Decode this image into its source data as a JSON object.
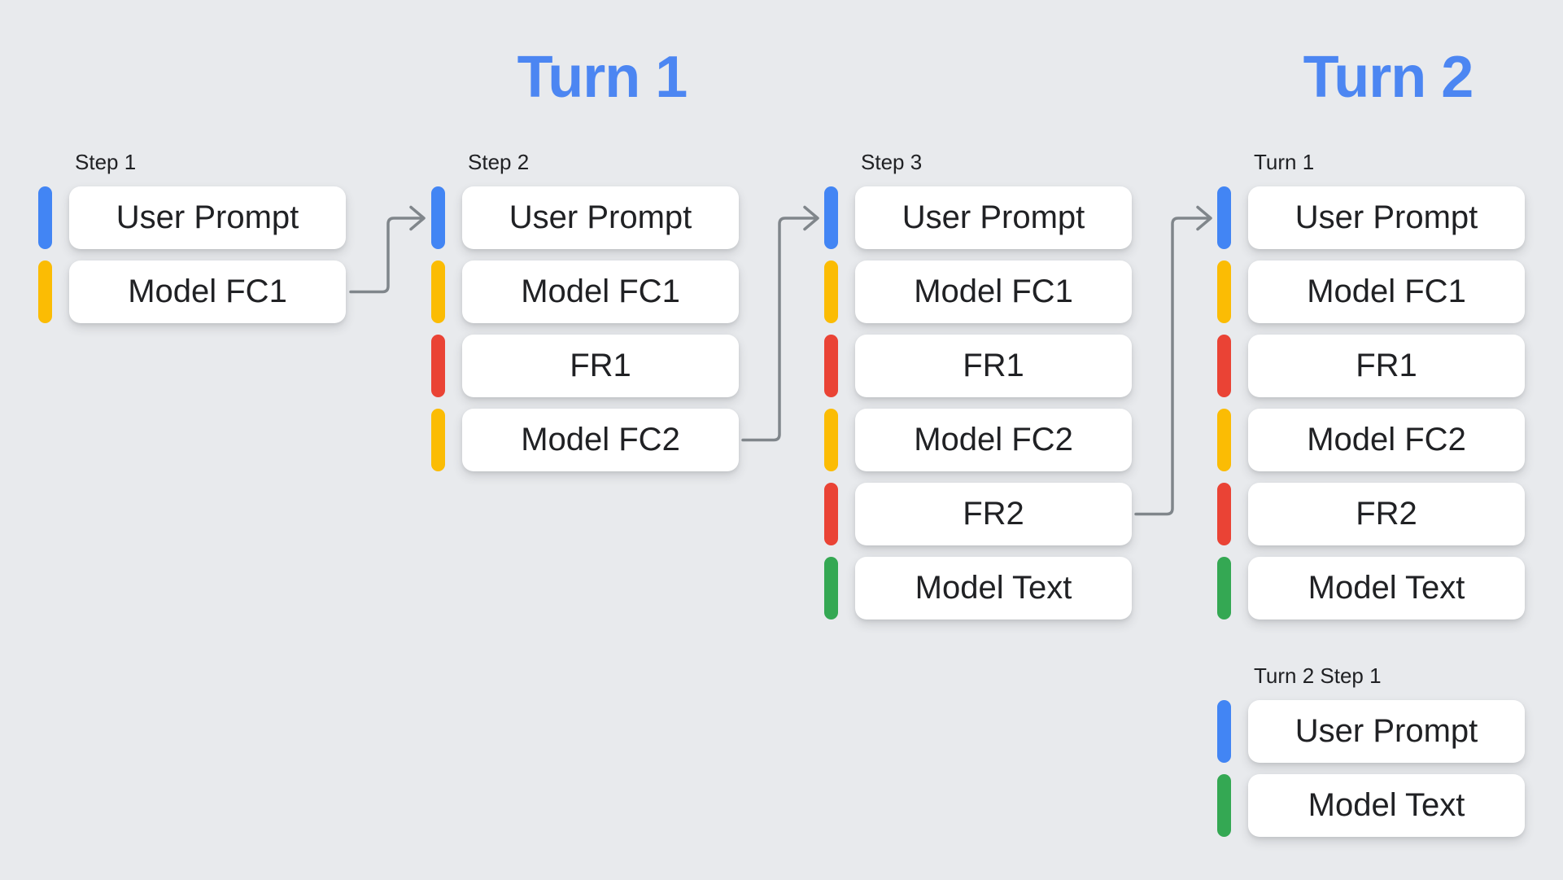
{
  "page": {
    "bg": "#E8EAED"
  },
  "palette": {
    "title_blue": "#4C86F2",
    "user_prompt_blue": "#4285F4",
    "model_fc_yellow": "#FBBC04",
    "function_response_red": "#EA4335",
    "model_text_green": "#34A853",
    "arrow_gray": "#80868B",
    "text_dark": "#202124"
  },
  "titles": {
    "turn1": "Turn 1",
    "turn2": "Turn 2"
  },
  "columns": [
    {
      "label": "Step 1",
      "items": [
        {
          "text": "User Prompt",
          "color": "#4285F4"
        },
        {
          "text": "Model FC1",
          "color": "#FBBC04"
        }
      ]
    },
    {
      "label": "Step 2",
      "items": [
        {
          "text": "User Prompt",
          "color": "#4285F4"
        },
        {
          "text": "Model FC1",
          "color": "#FBBC04"
        },
        {
          "text": "FR1",
          "color": "#EA4335"
        },
        {
          "text": "Model FC2",
          "color": "#FBBC04"
        }
      ]
    },
    {
      "label": "Step 3",
      "items": [
        {
          "text": "User Prompt",
          "color": "#4285F4"
        },
        {
          "text": "Model FC1",
          "color": "#FBBC04"
        },
        {
          "text": "FR1",
          "color": "#EA4335"
        },
        {
          "text": "Model FC2",
          "color": "#FBBC04"
        },
        {
          "text": "FR2",
          "color": "#EA4335"
        },
        {
          "text": "Model Text",
          "color": "#34A853"
        }
      ]
    },
    {
      "label": "Turn 1",
      "items": [
        {
          "text": "User Prompt",
          "color": "#4285F4"
        },
        {
          "text": "Model FC1",
          "color": "#FBBC04"
        },
        {
          "text": "FR1",
          "color": "#EA4335"
        },
        {
          "text": "Model FC2",
          "color": "#FBBC04"
        },
        {
          "text": "FR2",
          "color": "#EA4335"
        },
        {
          "text": "Model Text",
          "color": "#34A853"
        }
      ]
    },
    {
      "label": "Turn 2 Step 1",
      "items": [
        {
          "text": "User Prompt",
          "color": "#4285F4"
        },
        {
          "text": "Model Text",
          "color": "#34A853"
        }
      ]
    }
  ]
}
